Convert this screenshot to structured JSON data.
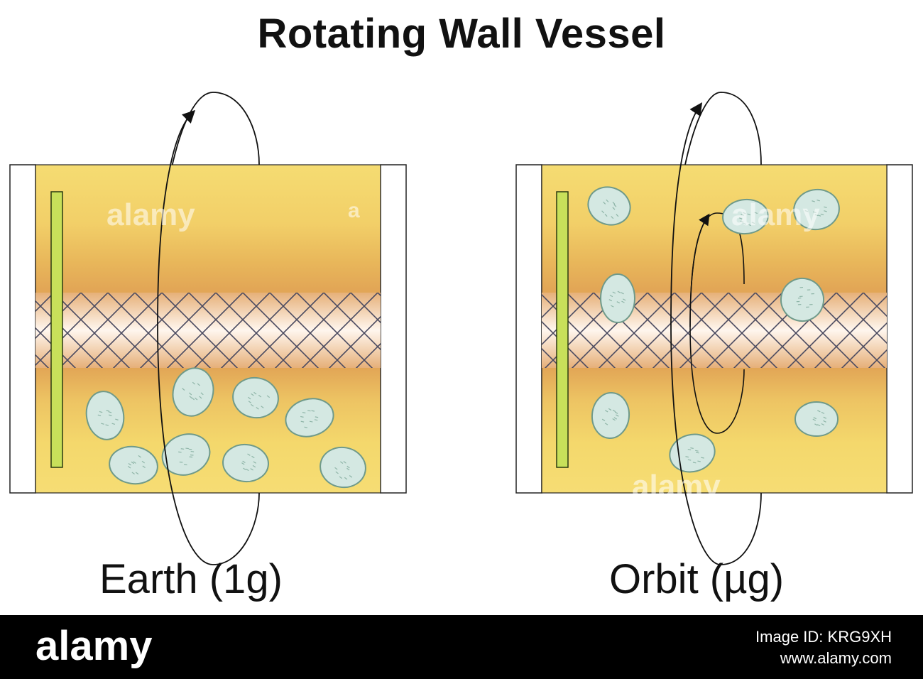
{
  "title": "Rotating Wall Vessel",
  "panels": [
    {
      "label": "Earth (1g)"
    },
    {
      "label": "Orbit (µg)"
    }
  ],
  "watermark": "alamy",
  "watermark_small": "a",
  "footer": {
    "logo": "alamy",
    "image_id": "Image ID: KRG9XH",
    "site": "www.alamy.com"
  },
  "colors": {
    "vessel_yellow": "#f4d66a",
    "vessel_band": "#e6aa55",
    "vessel_wall": "#ffffff",
    "membrane_bar": "#c8e05a",
    "cell_fill": "#d4e8e2",
    "mesh_line": "#4a4a60"
  }
}
